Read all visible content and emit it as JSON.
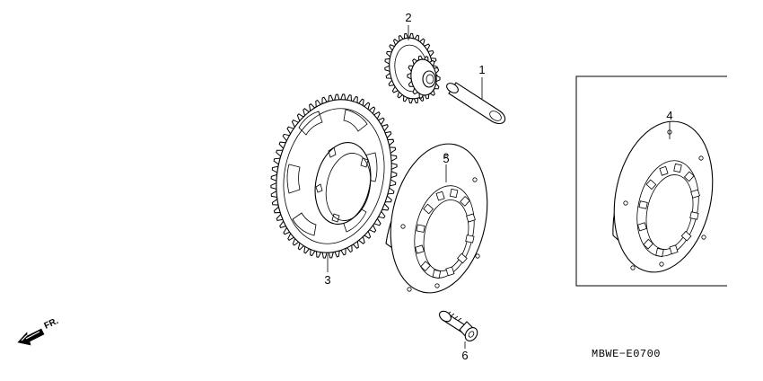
{
  "callouts": {
    "c1": "1",
    "c2": "2",
    "c3": "3",
    "c4": "4",
    "c5": "5",
    "c6": "6"
  },
  "diagram_code": "MBWE−E0700",
  "direction_label": "FR.",
  "icons": {
    "direction": "front-direction-arrow-icon"
  }
}
